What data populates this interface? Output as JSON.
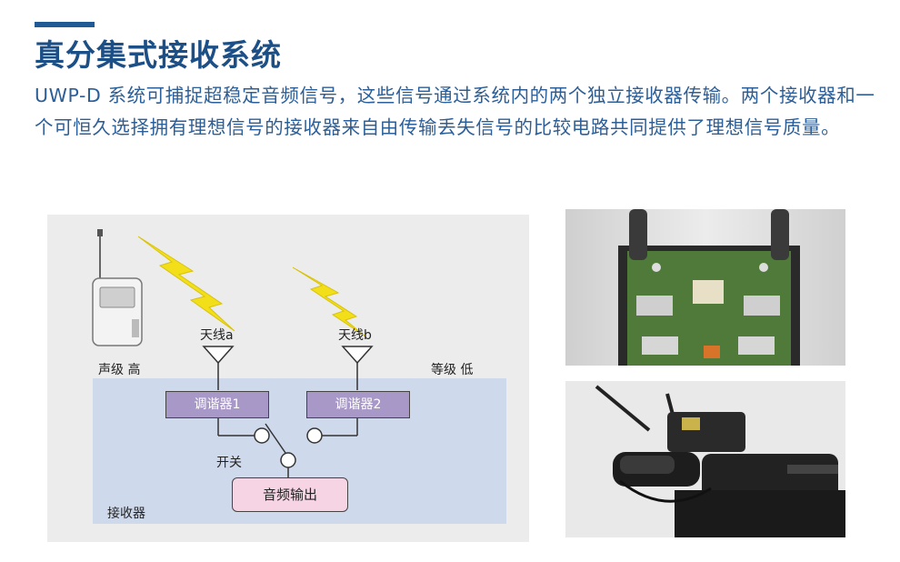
{
  "heading": {
    "title": "真分集式接收系统"
  },
  "body_text": "UWP-D 系统可捕捉超稳定音频信号，这些信号通过系统内的两个独立接收器传输。两个接收器和一个可恒久选择拥有理想信号的接收器来自由传输丢失信号的比较电路共同提供了理想信号质量。",
  "diagram": {
    "antenna_a": "天线a",
    "antenna_b": "天线b",
    "level_high": "声级 高",
    "level_low": "等级 低",
    "tuner_1": "调谐器1",
    "tuner_2": "调谐器2",
    "switch": "开关",
    "audio_output": "音频输出",
    "receiver": "接收器"
  },
  "photos": {
    "board": "circuit-board-photo",
    "camera": "camera-with-receiver-photo"
  },
  "colors": {
    "title": "#1d4f87",
    "body": "#2c5f98",
    "accent_bar": "#1f5a95",
    "receiver_bg": "#cfd9ec",
    "tuner_bg": "#a898c8",
    "audio_bg": "#f6d4e4",
    "lightning": "#f2df1a"
  }
}
